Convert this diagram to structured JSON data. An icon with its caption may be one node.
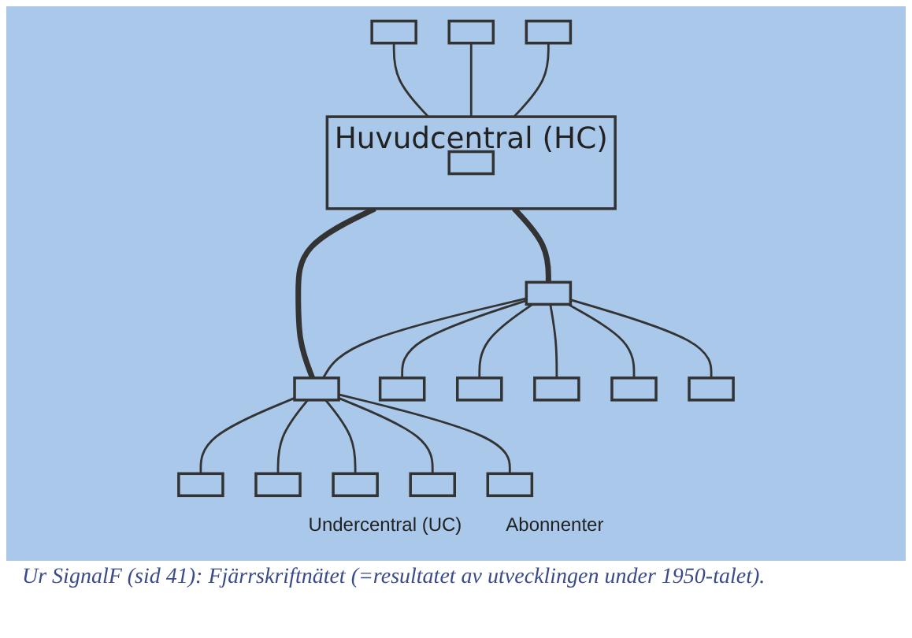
{
  "diagram": {
    "caption": "Ur SignalF (sid 41): Fjärrskriftnätet (=resultatet av utvecklingen under 1950-talet).",
    "nodes": [
      {
        "text": [
          "Huvudcentral (HC)"
        ]
      },
      {
        "text": [],
        "shape": "box",
        "in": 0
      },
      {
        "text": [],
        "shape": "box"
      },
      {
        "text": [],
        "shape": "box"
      },
      {
        "text": [],
        "shape": "box"
      },
      {
        "text": [],
        "shape": "box"
      },
      {
        "text": [],
        "shape": "box"
      },
      {
        "text": [],
        "shape": "box"
      },
      {
        "text": [],
        "shape": "box"
      },
      {
        "text": [],
        "shape": "box"
      },
      {
        "text": [],
        "shape": "box"
      },
      {
        "text": [],
        "shape": "box"
      },
      {
        "text": [],
        "shape": "box"
      },
      {
        "text": [],
        "shape": "box"
      },
      {
        "text": [],
        "shape": "box"
      },
      {
        "text": [],
        "shape": "box"
      },
      {
        "text": [],
        "shape": "box"
      }
    ],
    "edges": [
      {
        "from": 2,
        "to": 0,
        "arrow": "none"
      },
      {
        "from": 3,
        "to": 0,
        "arrow": "none"
      },
      {
        "from": 4,
        "to": 0,
        "arrow": "none"
      },
      {
        "from": 0,
        "to": 5,
        "arrow": "none",
        "style": "thick"
      },
      {
        "from": 0,
        "to": 6,
        "arrow": "none",
        "style": "thick"
      },
      {
        "from": 5,
        "to": 6,
        "arrow": "none"
      },
      {
        "from": 5,
        "to": 7,
        "arrow": "none"
      },
      {
        "from": 5,
        "to": 8,
        "arrow": "none"
      },
      {
        "from": 5,
        "to": 9,
        "arrow": "none"
      },
      {
        "from": 5,
        "to": 10,
        "arrow": "none"
      },
      {
        "from": 5,
        "to": 11,
        "arrow": "none"
      },
      {
        "from": 6,
        "to": 12,
        "arrow": "none"
      },
      {
        "from": 6,
        "to": 13,
        "arrow": "none"
      },
      {
        "from": 6,
        "to": 14,
        "arrow": "none"
      },
      {
        "from": 6,
        "to": 15,
        "arrow": "none"
      },
      {
        "from": 6,
        "to": 16,
        "arrow": "none"
      }
    ],
    "labels": [
      "Undercentral (UC)",
      "Abonnenter"
    ]
  }
}
